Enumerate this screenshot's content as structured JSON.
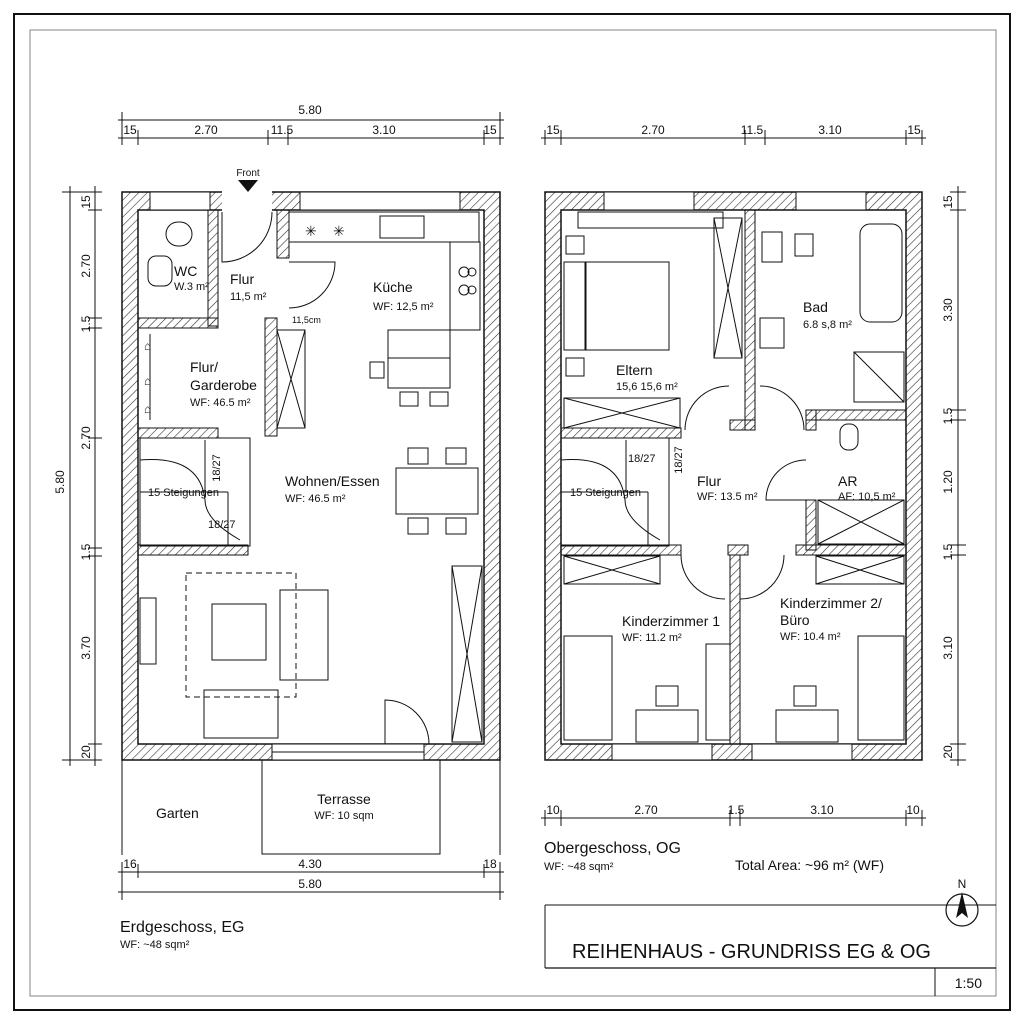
{
  "title": "REIHENHAUS - GRUNDRISS EG & OG",
  "scale": "1:50",
  "total_area": "Total Area: ~96 m² (WF)",
  "north": "N",
  "eg": {
    "name": "Erdgeschoss, EG",
    "area": "WF: ~48 sqm²",
    "front": "Front",
    "dims_top": {
      "total": "5.80",
      "d1": "15",
      "d2": "2.70",
      "d3": "11.5",
      "d4": "3.10",
      "d5": "15"
    },
    "dims_bottom": {
      "total": "5.80",
      "d1": "16",
      "d2": "4.30",
      "d3": "18"
    },
    "dims_left": {
      "total": "5.80",
      "d1": "15",
      "d2": "2.70",
      "d3": "1.5",
      "d4": "2.70",
      "d5": "1.5",
      "d6": "3.70",
      "d7": "20"
    },
    "rooms": {
      "wc": {
        "name": "WC",
        "area": "W.3 m²"
      },
      "flur": {
        "name": "Flur",
        "area": "11,5 m²"
      },
      "kueche": {
        "name": "Küche",
        "area": "WF: 12,5 m²"
      },
      "door_note": "11,5cm",
      "garderobe": {
        "name1": "Flur/",
        "name2": "Garderobe",
        "area": "WF: 46.5 m²"
      },
      "wohnen": {
        "name": "Wohnen/Essen",
        "area": "WF: 46.5 m²"
      },
      "stair_a": "18/27",
      "stair_b": "18/27",
      "stair_count": "15 Steigungen",
      "garten": "Garten",
      "terrasse": {
        "name": "Terrasse",
        "area": "WF: 10 sqm"
      }
    }
  },
  "og": {
    "name": "Obergeschoss, OG",
    "area": "WF: ~48 sqm²",
    "dims_top": {
      "d1": "15",
      "d2": "2.70",
      "d3": "11.5",
      "d4": "3.10",
      "d5": "15"
    },
    "dims_bottom": {
      "d1": "10",
      "d2": "2.70",
      "d3": "1.5",
      "d4": "3.10",
      "d5": "10"
    },
    "dims_right": {
      "d1": "15",
      "d2": "3.30",
      "d3": "1.5",
      "d4": "1.20",
      "d5": "1.5",
      "d6": "3.10",
      "d7": "20"
    },
    "rooms": {
      "eltern": {
        "name": "Eltern",
        "area": "15,6 15,6 m²"
      },
      "bad": {
        "name": "Bad",
        "area": "6.8 s,8 m²"
      },
      "flur": {
        "name": "Flur",
        "area": "WF: 13.5 m²"
      },
      "ar": {
        "name": "AR",
        "area": "AF: 10,5 m²"
      },
      "kinder1": {
        "name": "Kinderzimmer 1",
        "area": "WF: 11.2 m²"
      },
      "kinder2": {
        "name1": "Kinderzimmer 2/",
        "name2": "Büro",
        "area": "WF: 10.4 m²"
      },
      "stair_a": "18/27",
      "stair_b": "18/27",
      "stair_count": "15 Steigungen"
    }
  }
}
